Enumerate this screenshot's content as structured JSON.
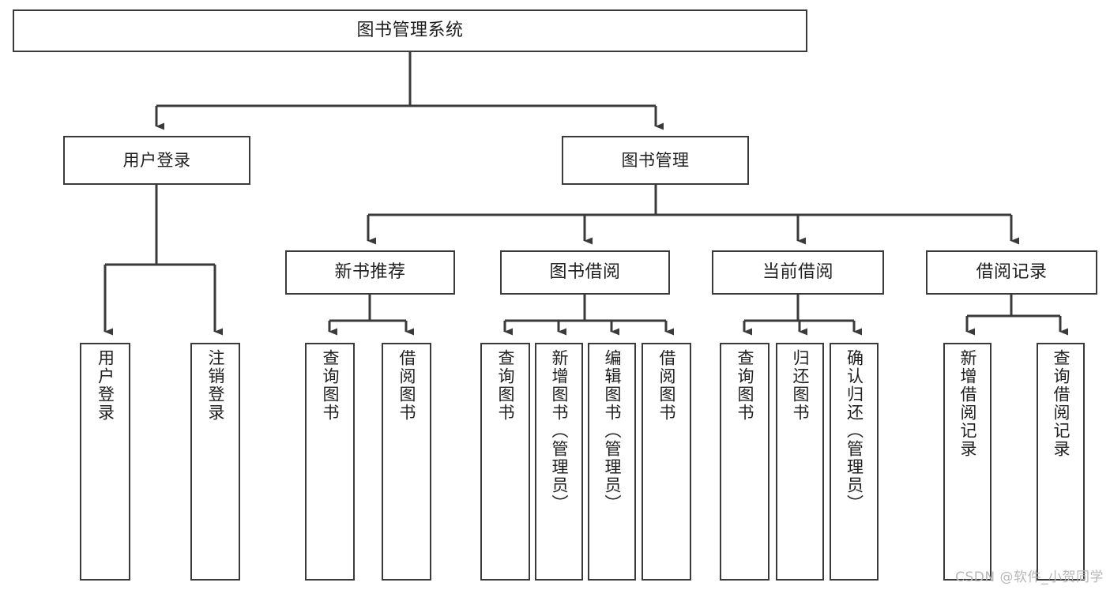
{
  "diagram": {
    "type": "tree",
    "title": "图书管理系统",
    "watermark": "CSDN @软件_小贺同学",
    "colors": {
      "node_border": "#3a3a3a",
      "node_fill": "#ffffff",
      "edge": "#3a3a3a",
      "text": "#1f1f1f",
      "watermark": "#b8b8b8",
      "background": "#ffffff"
    },
    "levels": [
      {
        "name": "root",
        "nodes": [
          {
            "id": "n0",
            "label": "图书管理系统"
          }
        ]
      },
      {
        "name": "level1",
        "nodes": [
          {
            "id": "n1",
            "label": "用户登录"
          },
          {
            "id": "n2",
            "label": "图书管理"
          }
        ]
      },
      {
        "name": "level2",
        "nodes": [
          {
            "id": "n3",
            "label": "新书推荐"
          },
          {
            "id": "n4",
            "label": "图书借阅"
          },
          {
            "id": "n5",
            "label": "当前借阅"
          },
          {
            "id": "n6",
            "label": "借阅记录"
          }
        ]
      },
      {
        "name": "leaves",
        "nodes": [
          {
            "id": "l1",
            "label": "用户登录",
            "parent": "n1"
          },
          {
            "id": "l2",
            "label": "注销登录",
            "parent": "n1"
          },
          {
            "id": "l3",
            "label": "查询图书",
            "parent": "n3"
          },
          {
            "id": "l4",
            "label": "借阅图书",
            "parent": "n3"
          },
          {
            "id": "l5",
            "label": "查询图书",
            "parent": "n4"
          },
          {
            "id": "l6",
            "label": "新增图书（管理员）",
            "parent": "n4"
          },
          {
            "id": "l7",
            "label": "编辑图书（管理员）",
            "parent": "n4"
          },
          {
            "id": "l8",
            "label": "借阅图书",
            "parent": "n4"
          },
          {
            "id": "l9",
            "label": "查询图书",
            "parent": "n5"
          },
          {
            "id": "l10",
            "label": "归还图书",
            "parent": "n5"
          },
          {
            "id": "l11",
            "label": "确认归还（管理员）",
            "parent": "n5"
          },
          {
            "id": "l12",
            "label": "新增借阅记录",
            "parent": "n6"
          },
          {
            "id": "l13",
            "label": "查询借阅记录",
            "parent": "n6"
          }
        ]
      }
    ]
  }
}
